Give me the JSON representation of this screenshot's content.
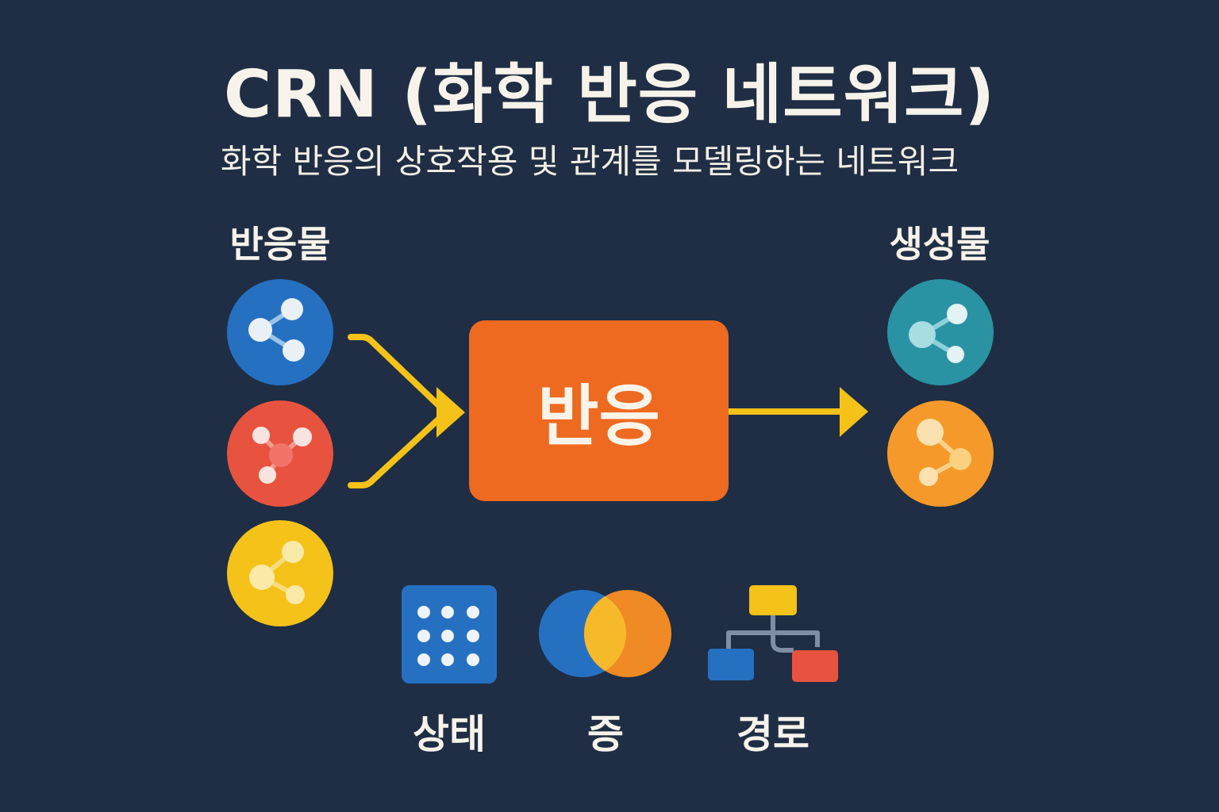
{
  "header": {
    "title": "CRN (화학 반응 네트워크)",
    "subtitle": "화학 반응의 상호작용 및 관계를 모델링하는 네트워크"
  },
  "reactants": {
    "label": "반응물",
    "items": [
      {
        "icon": "molecule-icon",
        "color": "#2670c2"
      },
      {
        "icon": "molecule-icon",
        "color": "#e8533f"
      },
      {
        "icon": "molecule-icon",
        "color": "#f5c21a"
      }
    ]
  },
  "reaction": {
    "label": "반응",
    "color": "#ee6a21"
  },
  "products": {
    "label": "생성물",
    "items": [
      {
        "icon": "molecule-icon",
        "color": "#2a93a3"
      },
      {
        "icon": "molecule-icon",
        "color": "#f59a2a"
      }
    ]
  },
  "arrow_color": "#f5c21a",
  "legend": [
    {
      "icon": "grid-dots-icon",
      "label": "상태",
      "color": "#2670c2"
    },
    {
      "icon": "overlapping-circles-icon",
      "label": "증",
      "color": "#f08a24"
    },
    {
      "icon": "tree-flow-icon",
      "label": "경로",
      "color": "#f5c21a"
    }
  ],
  "background_color": "#1f2e44"
}
